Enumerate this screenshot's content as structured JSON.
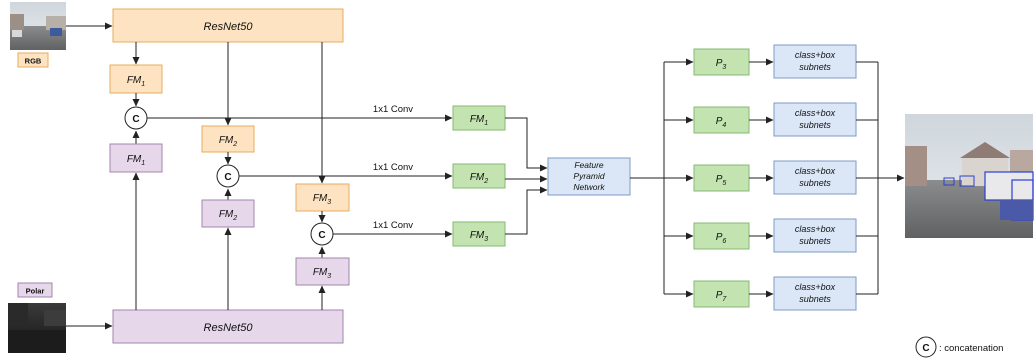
{
  "inputs": {
    "rgb_label": "RGB",
    "polar_label": "Polar"
  },
  "backbones": {
    "top_label": "ResNet50",
    "bottom_label": "ResNet50"
  },
  "feature_maps": {
    "prefix": "FM",
    "indices": [
      "1",
      "2",
      "3"
    ]
  },
  "concat_symbol": "C",
  "conv_label": "1x1 Conv",
  "fpn": {
    "line1": "Feature",
    "line2": "Pyramid",
    "line3": "Network"
  },
  "pyramid_levels": {
    "prefix": "P",
    "indices": [
      "3",
      "4",
      "5",
      "6",
      "7"
    ]
  },
  "subnet": {
    "line1": "class+box",
    "line2": "subnets"
  },
  "legend": {
    "symbol": "C",
    "text": ": concatenation"
  },
  "colors": {
    "rgb_stream": "#fde3c2",
    "polar_stream": "#e6d7ea",
    "fused": "#c3e3b1",
    "head": "#dbe7f6"
  }
}
